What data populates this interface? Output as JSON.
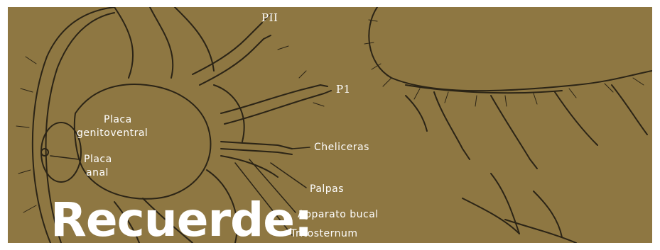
{
  "banner": {
    "heading": "Recuerde:",
    "background_color": "#8e7742",
    "line_color": "#2b2416",
    "labels": {
      "leg_2": "PII",
      "leg_1": "P1",
      "genital_plate_line1": "Placa",
      "genital_plate_line2": "genitoventral",
      "anal_plate_line1": "Placa",
      "anal_plate_line2": "anal",
      "chelicerae": "Cheliceras",
      "palps": "Palpas",
      "mouthparts": "Apparato bucal",
      "tritosternum": "Tritosternum"
    }
  }
}
